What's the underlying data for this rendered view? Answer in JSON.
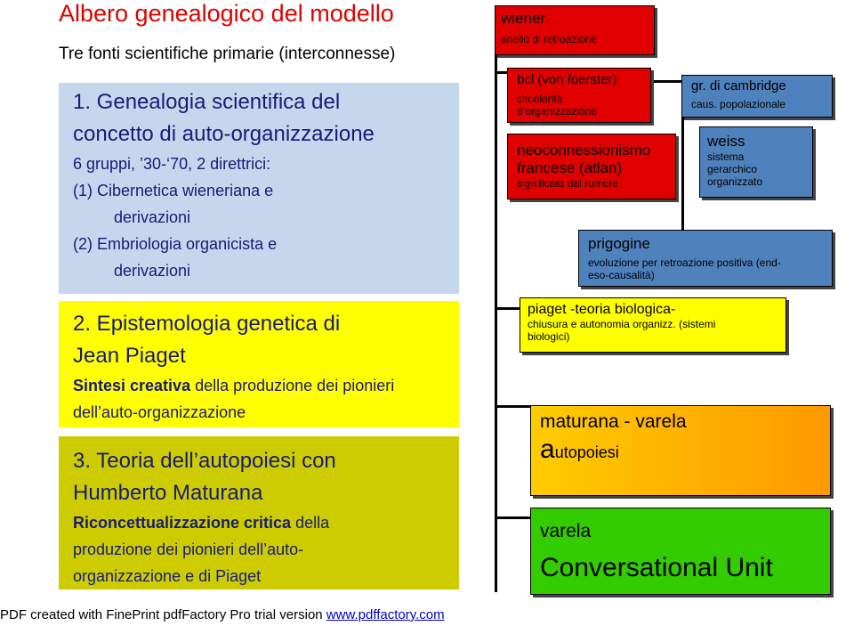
{
  "title": "Albero genealogico del modello",
  "subtitle": "Tre fonti scientifiche primarie (interconnesse)",
  "section1": {
    "line1": "1. Genealogia scientifica del",
    "line2": "concetto di auto-organizzazione",
    "line3": "6 gruppi, ’30-‘70, 2 direttrici:",
    "item1_a": "(1) Cibernetica wieneriana e",
    "item1_b": "derivazioni",
    "item2_a": "(2) Embriologia organicista e",
    "item2_b": "derivazioni"
  },
  "section2": {
    "line1": "2. Epistemologia genetica di",
    "line2": "Jean Piaget",
    "line3_bold": "Sintesi creativa",
    "line3_rest": " della produzione dei pionieri",
    "line4": "dell’auto-organizzazione"
  },
  "section3": {
    "line1": "3. Teoria dell’autopoiesi con",
    "line2": "Humberto Maturana",
    "line3_bold": "Riconcettualizzazione critica",
    "line3_rest": " della",
    "line4": "produzione dei pionieri dell’auto-",
    "line5": "organizzazione e di Piaget"
  },
  "tree": {
    "wiener": {
      "name": "wiener",
      "desc": "anello di retroazione"
    },
    "bcl": {
      "name": "bcl  (von foerster)",
      "desc1": "circolarità",
      "desc2": "d’organizzazione"
    },
    "neo": {
      "name1": "neoconnessionismo",
      "name2": "francese (atlan)",
      "desc": "significato dal rumore"
    },
    "cambridge": {
      "name": "gr. di cambridge",
      "desc": "caus. popolazionale"
    },
    "weiss": {
      "name": "weiss",
      "desc1": "sistema",
      "desc2": "gerarchico",
      "desc3": "organizzato"
    },
    "prigogine": {
      "name": "prigogine",
      "desc1": "evoluzione per retroazione positiva (end-",
      "desc2": "eso-causalità)"
    },
    "piaget": {
      "name": "piaget -teoria biologica-",
      "desc1": "chiusura e autonomia  organizz. (sistemi",
      "desc2": "biologici)"
    },
    "maturana": {
      "name": "maturana - varela",
      "big_letter": "a",
      "rest": "utopoiesi"
    },
    "varela": {
      "name": "varela",
      "sub": "Conversational Unit"
    }
  },
  "footer": {
    "text": "PDF created with FinePrint pdfFactory Pro trial version ",
    "link": "www.pdffactory.com"
  },
  "colors": {
    "red": "#e00000",
    "blue": "#4f81bd",
    "yellow": "#ffff00",
    "olive": "#cccc00",
    "green": "#33cc00",
    "orange": "#ffcc00",
    "lightblue": "#c5d7ec"
  }
}
